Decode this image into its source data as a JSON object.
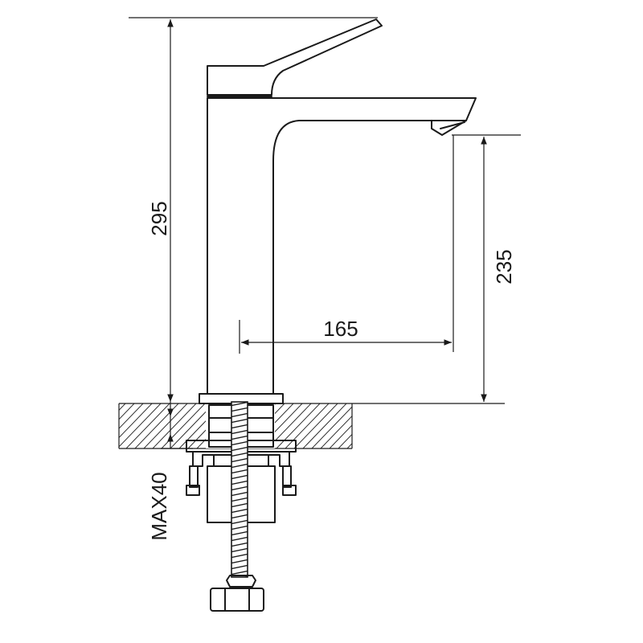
{
  "dimensions": {
    "overall_height": "295",
    "spout_height": "235",
    "spout_reach": "165",
    "max_deck_thickness": "MAX40"
  },
  "colors": {
    "line": "#1a1a1a",
    "background": "#ffffff"
  }
}
